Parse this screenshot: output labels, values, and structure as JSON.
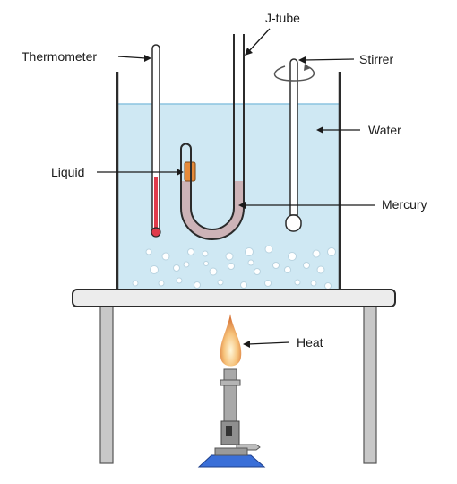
{
  "labels": {
    "thermometer": "Thermometer",
    "jtube": "J-tube",
    "stirrer": "Stirrer",
    "water": "Water",
    "liquid": "Liquid",
    "mercury": "Mercury",
    "heat": "Heat"
  },
  "colors": {
    "water": "#cfe8f3",
    "water_surface": "#8cc4e0",
    "outline": "#2b2b2b",
    "thermometer_fluid": "#e03a4a",
    "liquid": "#e58a3a",
    "mercury": "#cdb3b7",
    "table_top": "#ececec",
    "table_leg": "#c8c8c8",
    "burner_metal": "#a9a9a9",
    "burner_base": "#3a6fd8",
    "flame_outer": "#e8a45a",
    "flame_inner": "#fbf0c8"
  }
}
